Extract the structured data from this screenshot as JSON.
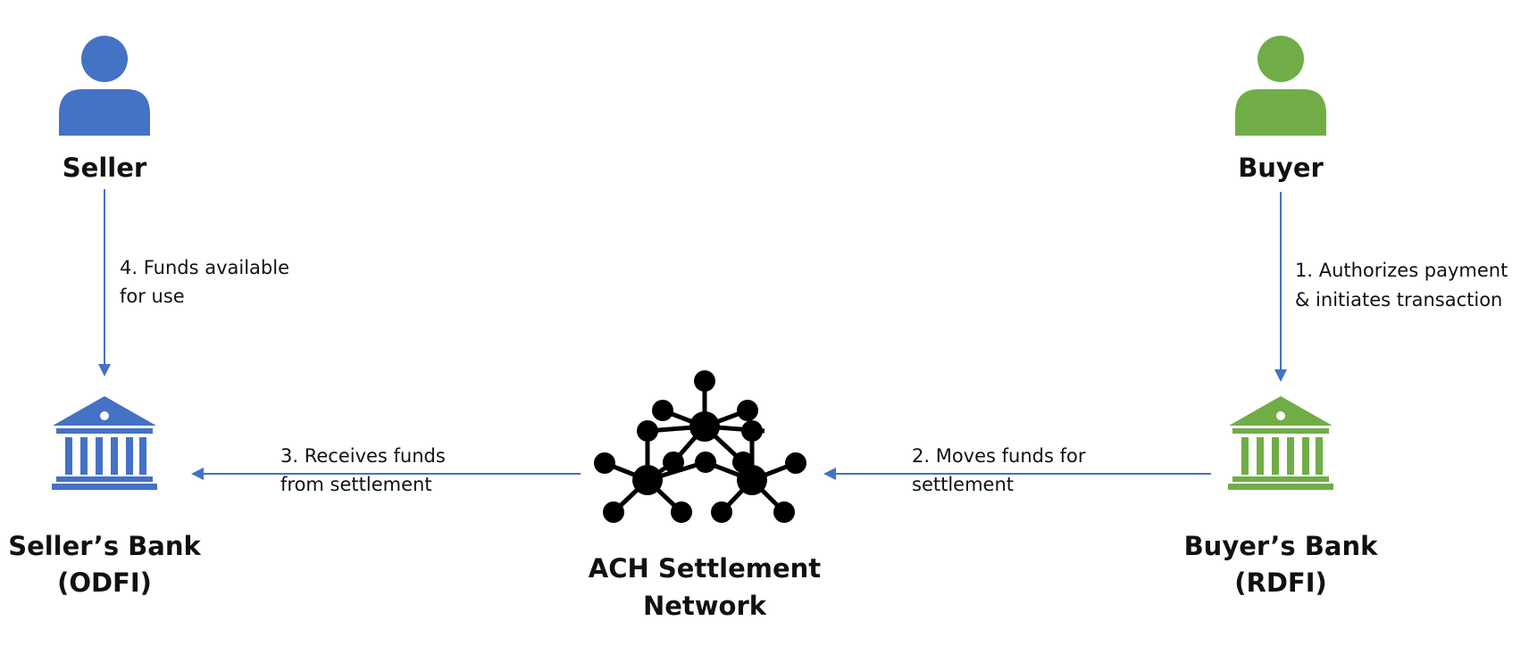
{
  "colors": {
    "seller": "#4472c4",
    "buyer": "#70ad47",
    "arrow": "#4472c4",
    "network": "#000000"
  },
  "nodes": {
    "seller": {
      "label": "Seller",
      "icon": "person-icon"
    },
    "buyer": {
      "label": "Buyer",
      "icon": "person-icon"
    },
    "seller_bank": {
      "label_line1": "Seller’s Bank",
      "label_line2": "(ODFI)",
      "icon": "bank-icon"
    },
    "buyer_bank": {
      "label_line1": "Buyer’s Bank",
      "label_line2": "(RDFI)",
      "icon": "bank-icon"
    },
    "network": {
      "label_line1": "ACH Settlement",
      "label_line2": "Network",
      "icon": "network-icon"
    }
  },
  "edges": {
    "step1": {
      "line1": "1. Authorizes payment",
      "line2": "& initiates transaction"
    },
    "step2": {
      "line1": "2. Moves funds for",
      "line2": "settlement"
    },
    "step3": {
      "line1": "3. Receives funds",
      "line2": "from settlement"
    },
    "step4": {
      "line1": "4. Funds available",
      "line2": "for use"
    }
  }
}
